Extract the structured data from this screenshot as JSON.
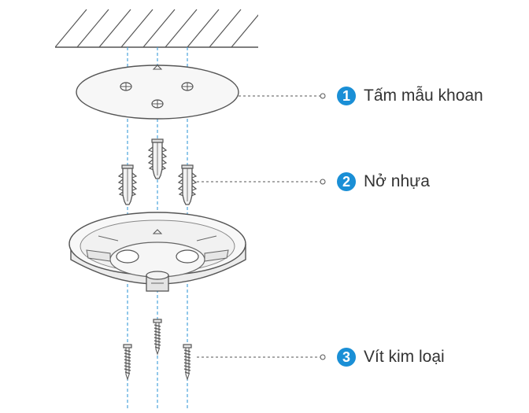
{
  "colors": {
    "accent": "#1a8fd6",
    "guide_line": "#4aa3dc",
    "stroke": "#555555",
    "part_fill": "#f2f2f2",
    "text": "#333333"
  },
  "components": [
    {
      "number": "1",
      "label": "Tấm mẫu khoan",
      "icon": "drill-template-icon"
    },
    {
      "number": "2",
      "label": "Nở nhựa",
      "icon": "plastic-anchor-icon"
    },
    {
      "number": "3",
      "label": "Vít kim loại",
      "icon": "metal-screw-icon"
    }
  ]
}
